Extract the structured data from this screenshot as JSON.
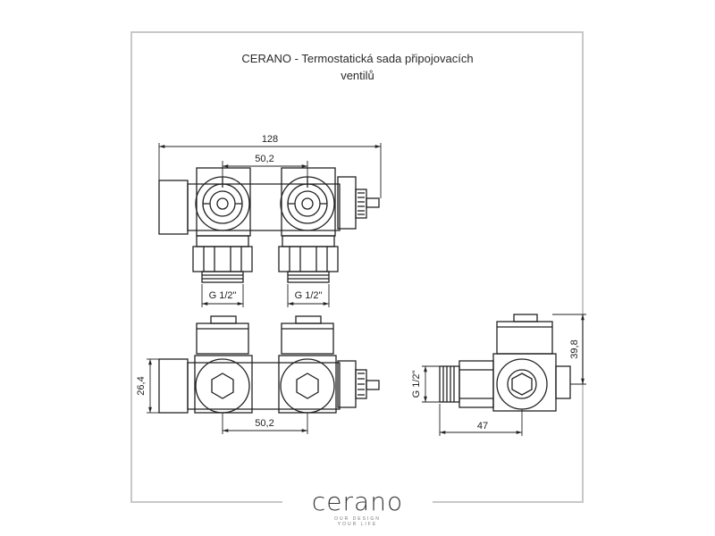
{
  "title": {
    "line1": "CERANO - Termostatická sada připojovacích",
    "line2": "ventilů"
  },
  "dimensions": {
    "overall_width": "128",
    "spacing_top": "50,2",
    "spacing_bottom": "50,2",
    "thread_left": "G 1/2\"",
    "thread_right": "G 1/2\"",
    "side_height": "26,4",
    "profile_height": "39,8",
    "profile_width": "47",
    "profile_thread": "G 1/2\""
  },
  "logo": {
    "wordmark": "cerano",
    "tagline1": "OUR DESIGN",
    "tagline2": "YOUR LIFE"
  }
}
